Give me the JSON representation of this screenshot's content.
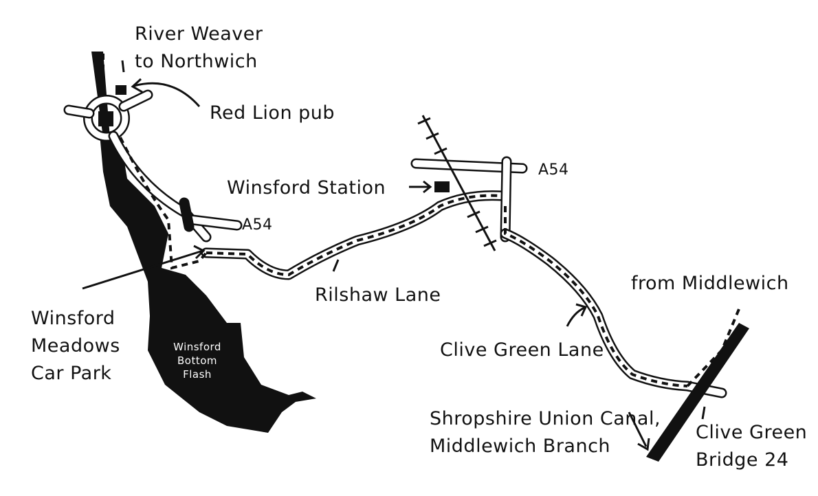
{
  "labels": {
    "river": [
      "River Weaver",
      "to Northwich"
    ],
    "pub": "Red Lion pub",
    "station": "Winsford Station",
    "road_a54_west": "A54",
    "road_a54_east": "A54",
    "rilshaw": "Rilshaw Lane",
    "car_park": [
      "Winsford",
      "Meadows",
      "Car Park"
    ],
    "flash": [
      "Winsford",
      "Bottom",
      "Flash"
    ],
    "clive_green_lane": "Clive Green Lane",
    "from_middlewich": "from Middlewich",
    "canal": [
      "Shropshire Union Canal,",
      "Middlewich Branch"
    ],
    "bridge": [
      "Clive Green",
      "Bridge 24"
    ]
  }
}
